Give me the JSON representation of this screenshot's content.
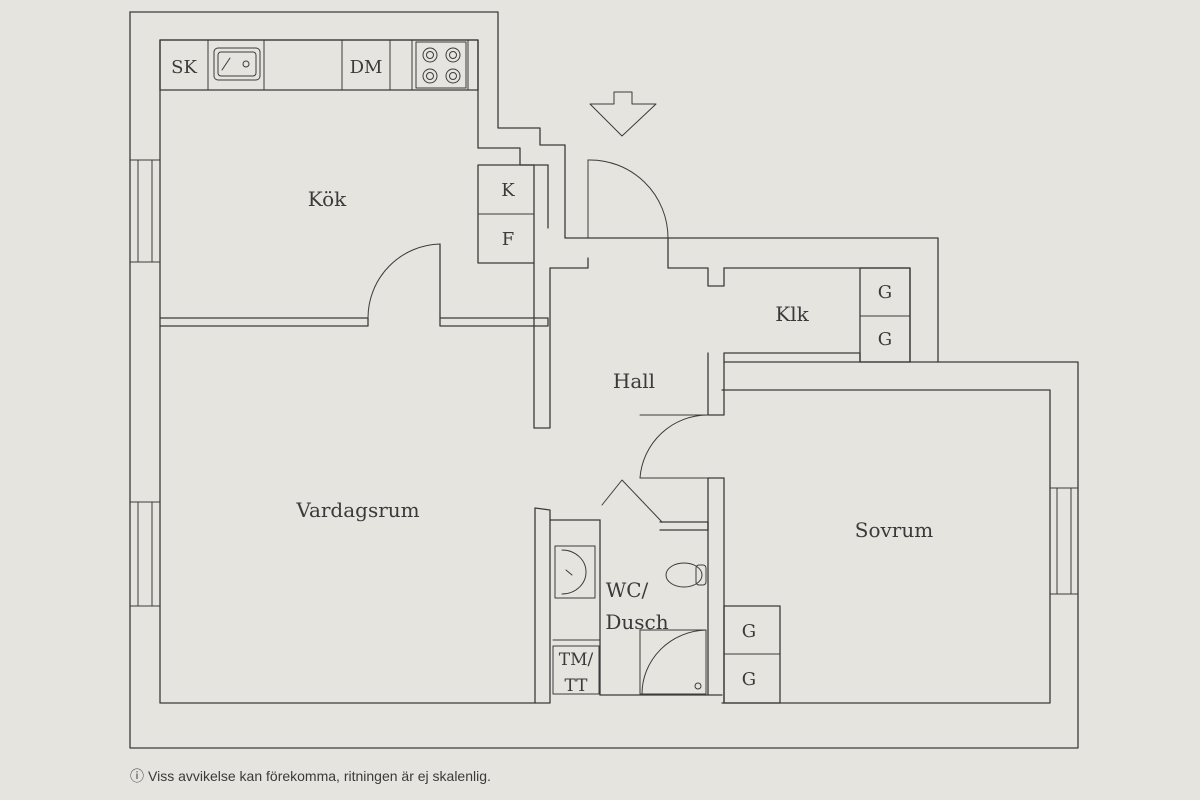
{
  "rooms": {
    "kitchen": "Kök",
    "living": "Vardagsrum",
    "hall": "Hall",
    "closet": "Klk",
    "bedroom": "Sovrum",
    "bathroom_line1": "WC/",
    "bathroom_line2": "Dusch"
  },
  "fixtures": {
    "sink_cabinet": "SK",
    "dishwasher": "DM",
    "fridge": "K",
    "freezer": "F",
    "wardrobe": "G",
    "washer_line1": "TM/",
    "washer_line2": "TT"
  },
  "icons": {
    "entrance": "entrance-arrow-icon",
    "info": "info-icon"
  },
  "footer": {
    "info_glyph": "ⓘ",
    "disclaimer": "Viss avvikelse kan förekomma, ritningen är ej skalenlig."
  }
}
